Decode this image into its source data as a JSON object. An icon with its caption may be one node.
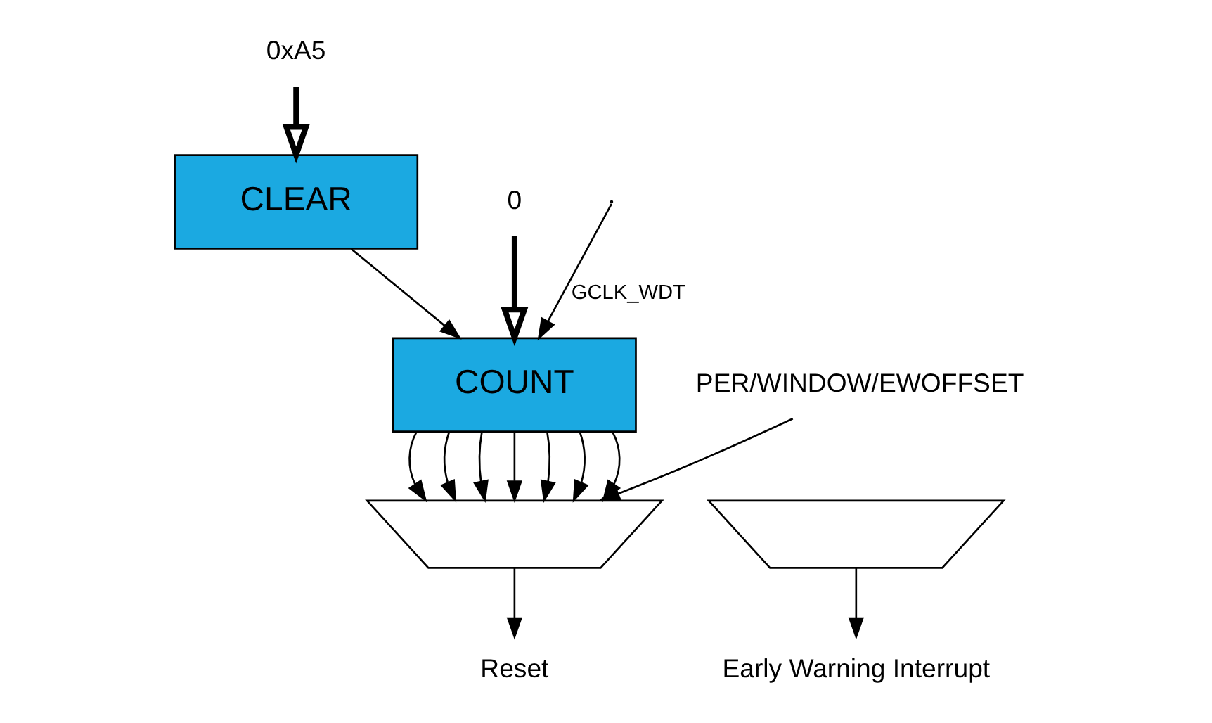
{
  "diagram": {
    "nodes": [
      {
        "text": [
          "0xA5"
        ]
      },
      {
        "text": [
          "CLEAR"
        ]
      },
      {
        "text": [
          "0"
        ]
      },
      {
        "text": [
          "COUNT"
        ]
      },
      {
        "text": [],
        "shape": "trapezoid"
      },
      {
        "text": [],
        "shape": "trapezoid"
      },
      {
        "text": [
          "PER/WINDOW/EWOFFSET"
        ]
      },
      {
        "text": [
          "Early Warning Interrupt"
        ]
      },
      {
        "text": [
          "Reset"
        ]
      }
    ],
    "edges": [
      {
        "from": 0,
        "to": 1,
        "arrow": "to",
        "style": "thick"
      },
      {
        "from": 1,
        "to": 3,
        "arrow": "to"
      },
      {
        "from": 2,
        "to": 3,
        "arrow": "to",
        "style": "thick"
      },
      {
        "from": null,
        "to": 3,
        "arrow": "to",
        "label": "GCLK_WDT"
      },
      {
        "from": 3,
        "to": 4,
        "arrow": "to"
      },
      {
        "from": 3,
        "to": 4,
        "arrow": "to"
      },
      {
        "from": 3,
        "to": 4,
        "arrow": "to"
      },
      {
        "from": 3,
        "to": 4,
        "arrow": "to"
      },
      {
        "from": 3,
        "to": 4,
        "arrow": "to"
      },
      {
        "from": 3,
        "to": 4,
        "arrow": "to"
      },
      {
        "from": 3,
        "to": 4,
        "arrow": "to"
      },
      {
        "from": 6,
        "to": 4,
        "arrow": "to"
      },
      {
        "from": 5,
        "to": 7,
        "arrow": "to"
      },
      {
        "from": 4,
        "to": 8,
        "arrow": "to"
      }
    ]
  }
}
